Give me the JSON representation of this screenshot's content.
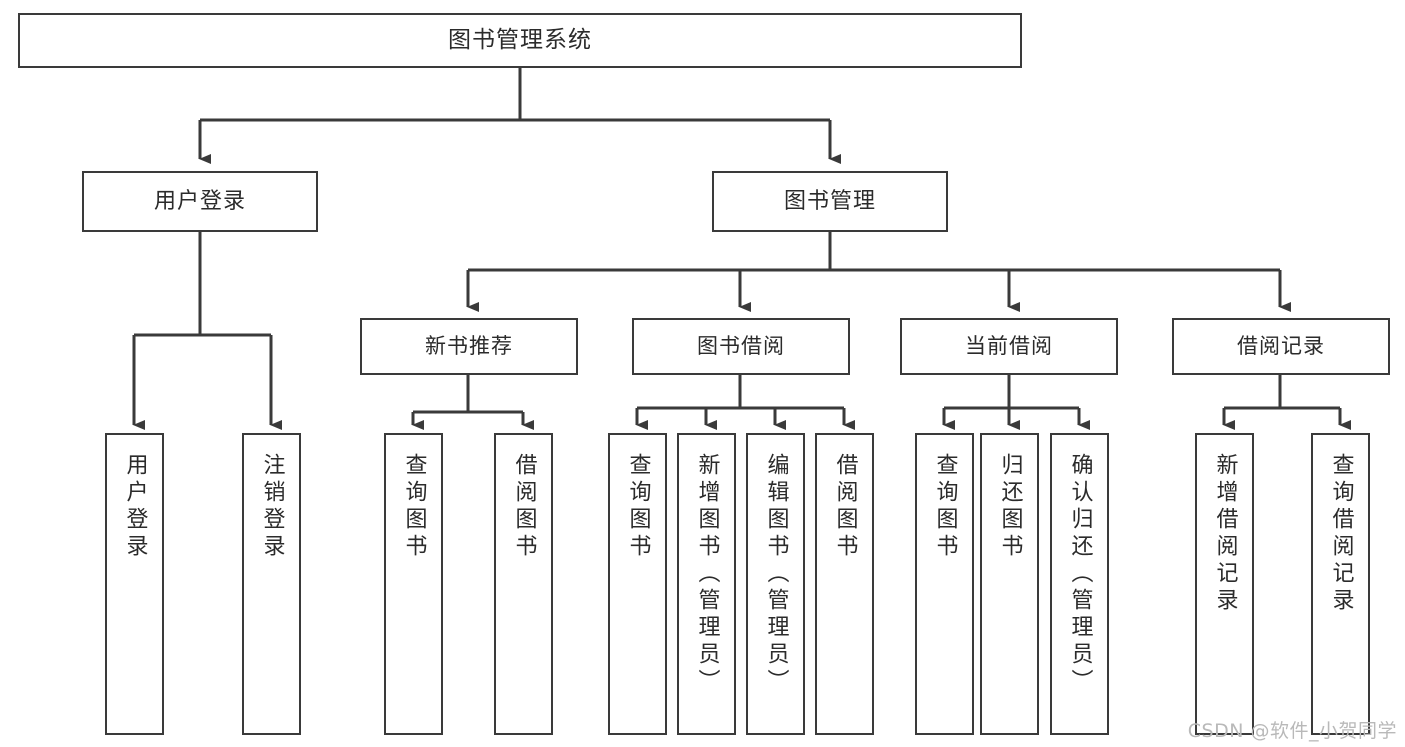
{
  "diagram": {
    "title": "图书管理系统",
    "type": "hierarchy-tree",
    "root": {
      "label": "图书管理系统"
    },
    "level1": [
      {
        "label": "用户登录"
      },
      {
        "label": "图书管理"
      }
    ],
    "level2": [
      {
        "label": "新书推荐"
      },
      {
        "label": "图书借阅"
      },
      {
        "label": "当前借阅"
      },
      {
        "label": "借阅记录"
      }
    ],
    "leaves": {
      "user_login": [
        {
          "label": "用户登录"
        },
        {
          "label": "注销登录"
        }
      ],
      "new_book_recommend": [
        {
          "label": "查询图书"
        },
        {
          "label": "借阅图书"
        }
      ],
      "book_borrow": [
        {
          "label": "查询图书"
        },
        {
          "label": "新增图书（管理员）"
        },
        {
          "label": "编辑图书（管理员）"
        },
        {
          "label": "借阅图书"
        }
      ],
      "current_borrow": [
        {
          "label": "查询图书"
        },
        {
          "label": "归还图书"
        },
        {
          "label": "确认归还（管理员）"
        }
      ],
      "borrow_record": [
        {
          "label": "新增借阅记录"
        },
        {
          "label": "查询借阅记录"
        }
      ]
    }
  },
  "watermark": {
    "text": "CSDN @软件_小贺同学"
  },
  "colors": {
    "stroke": "#3a3a3a",
    "background": "#ffffff",
    "text": "#2b2b2b",
    "watermark": "#b9b9b9"
  }
}
